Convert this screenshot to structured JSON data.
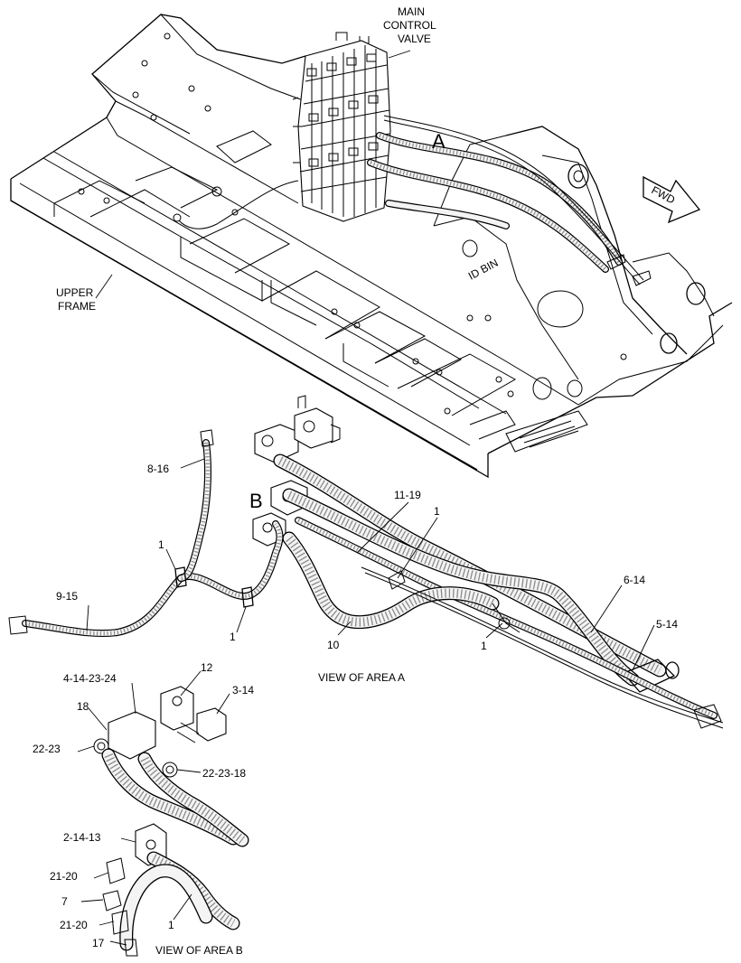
{
  "labels": {
    "main_control_valve_1": "MAIN",
    "main_control_valve_2": "CONTROL",
    "main_control_valve_3": "VALVE",
    "area_a": "A",
    "area_b": "B",
    "fwd": "FWD",
    "upper_frame_1": "UPPER",
    "upper_frame_2": "FRAME",
    "frame_stamp": "ID BIN",
    "view_area_a": "VIEW OF AREA A",
    "view_area_b": "VIEW OF AREA B"
  },
  "callouts": {
    "c_8_16": "8-16",
    "c_11_19": "11-19",
    "c_1_a": "1",
    "c_1_b": "1",
    "c_1_c": "1",
    "c_1_d": "1",
    "c_6_14": "6-14",
    "c_5_14": "5-14",
    "c_9_15": "9-15",
    "c_10": "10",
    "c_12": "12",
    "c_4_14_23_24": "4-14-23-24",
    "c_3_14": "3-14",
    "c_18": "18",
    "c_22_23": "22-23",
    "c_22_23_18": "22-23-18",
    "c_2_14_13": "2-14-13",
    "c_21_20_a": "21-20",
    "c_7": "7",
    "c_21_20_b": "21-20",
    "c_17": "17",
    "c_1_e": "1"
  }
}
